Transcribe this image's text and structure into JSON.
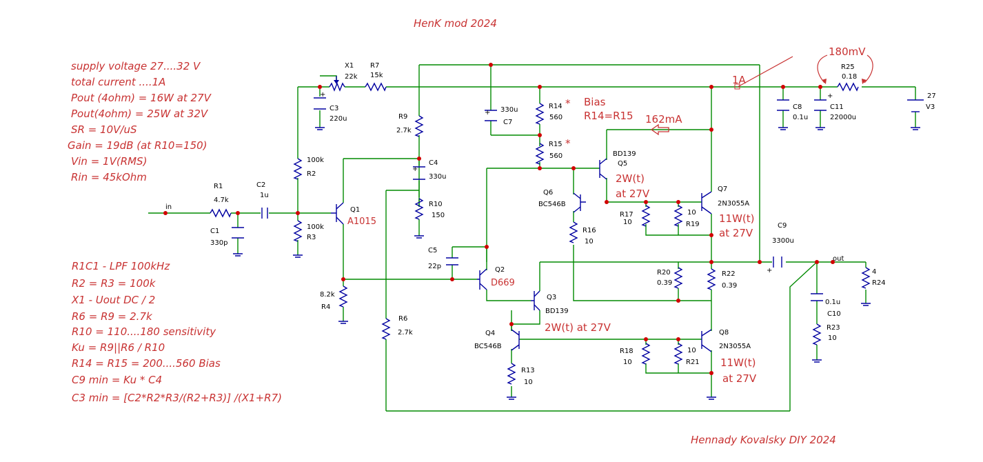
{
  "title": "HenK mod 2024",
  "author": "Hennady Kovalsky DIY 2024",
  "specs": [
    "supply voltage  27....32 V",
    "total current ....1A",
    "Pout (4ohm) = 16W at 27V",
    "Pout(4ohm) = 25W at 32V",
    "SR = 10V/uS",
    "Gain = 19dB (at R10=150)",
    "Vin = 1V(RMS)",
    "Rin = 45kOhm"
  ],
  "notes": [
    "R1C1 - LPF 100kHz",
    "R2 = R3 = 100k",
    "X1  - Uout DC / 2",
    "R6 = R9 = 2.7k",
    "R10 =  110....180  sensitivity",
    "Ku = R9||R6  / R10",
    "R14 = R15 = 200....560   Bias",
    "C9 min = Ku * C4",
    "C3 min = [C2*R2*R3/(R2+R3)] /(X1+R7)"
  ],
  "annotations": {
    "bias": "Bias",
    "bias_eq": "R14=R15",
    "star1": "*",
    "star2": "*",
    "current_total": "1A",
    "current_bias": "162mA",
    "voltage_drop": "180mV",
    "q5_power": "2W(t)",
    "q5_at": "at 27V",
    "q7_power": "11W(t)",
    "q7_at": "at 27V",
    "q3_power": "2W(t) at 27V",
    "q8_power": "11W(t)",
    "q8_at": "at 27V",
    "q1_type": "A1015",
    "q2_type": "D669"
  },
  "components": {
    "in": "in",
    "out": "out",
    "R1_name": "R1",
    "R1_val": "4.7k",
    "C1_name": "C1",
    "C1_val": "330p",
    "C2_name": "C2",
    "C2_val": "1u",
    "R2_name": "R2",
    "R2_val": "100k",
    "R3_name": "R3",
    "R3_val": "100k",
    "X1_name": "X1",
    "X1_val": "22k",
    "R7_name": "R7",
    "R7_val": "15k",
    "C3_name": "C3",
    "C3_val": "220u",
    "Q1_name": "Q1",
    "R4_name": "R4",
    "R4_val": "8.2k",
    "R9_name": "R9",
    "R9_val": "2.7k",
    "C4_name": "C4",
    "C4_val": "330u",
    "R10_name": "R10",
    "R10_val": "150",
    "R6_name": "R6",
    "R6_val": "2.7k",
    "C5_name": "C5",
    "C5_val": "22p",
    "Q2_name": "Q2",
    "C7_name": "C7",
    "C7_val": "330u",
    "R14_name": "R14",
    "R14_val": "560",
    "R15_name": "R15",
    "R15_val": "560",
    "Q5_name": "Q5",
    "Q5_type": "BD139",
    "Q6_name": "Q6",
    "Q6_type": "BC546B",
    "R16_name": "R16",
    "R16_val": "10",
    "R17_name": "R17",
    "R17_val": "10",
    "R19_name": "R19",
    "R19_val": "10",
    "Q7_name": "Q7",
    "Q7_type": "2N3055A",
    "Q3_name": "Q3",
    "Q3_type": "BD139",
    "Q4_name": "Q4",
    "Q4_type": "BC546B",
    "R13_name": "R13",
    "R13_val": "10",
    "R18_name": "R18",
    "R18_val": "10",
    "R21_name": "R21",
    "R21_val": "10",
    "Q8_name": "Q8",
    "Q8_type": "2N3055A",
    "R20_name": "R20",
    "R20_val": "0.39",
    "R22_name": "R22",
    "R22_val": "0.39",
    "C9_name": "C9",
    "C9_val": "3300u",
    "C8_name": "C8",
    "C8_val": "0.1u",
    "C11_name": "C11",
    "C11_val": "22000u",
    "R25_name": "R25",
    "R25_val": "0.18",
    "V3_name": "V3",
    "V3_val": "27",
    "C10_name": "C10",
    "C10_val": "0.1u",
    "R23_name": "R23",
    "R23_val": "10",
    "R24_name": "R24",
    "R24_val": "4",
    "plus": "+"
  },
  "colors": {
    "wire": "#008a00",
    "component": "#0000a0",
    "junction": "#d00000",
    "annotation": "#c83232"
  }
}
